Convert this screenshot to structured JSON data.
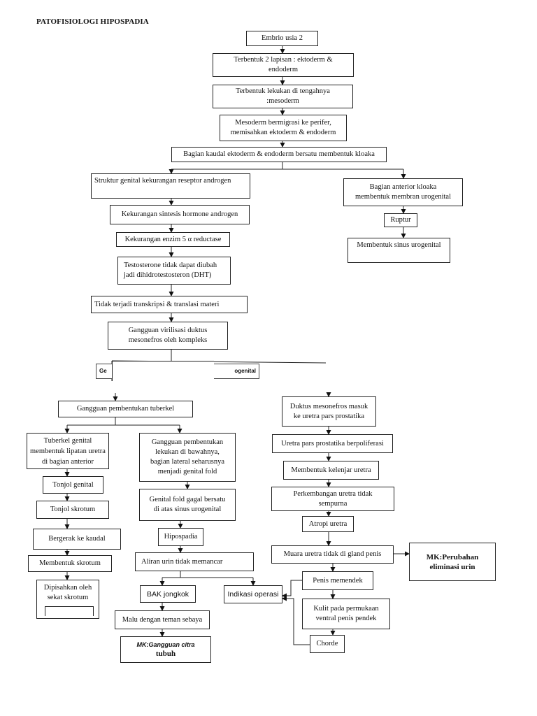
{
  "title": "PATOFISIOLOGI HIPOSPADIA",
  "nodes": {
    "embrio": "Embrio usia 2",
    "lapisan": "Terbentuk 2 lapisan : ektoderm &\nendoderm",
    "lekukan": "Terbentuk lekukan di tengahnya\n:mesoderm",
    "mesoderm": "Mesoderm bermigrasi ke perifer,\nmemisahkan ektoderm & endoderm",
    "kloaka": "Bagian kaudal ektoderm & endoderm bersatu membentuk kloaka",
    "struktur": "Struktur genital kekurangan reseptor androgen",
    "anterior": "Bagian anterior kloaka\nmembentuk membran urogenital",
    "ruptur": "Ruptur",
    "sinus": "Membentuk sinus urogenital",
    "sintesis": "Kekurangan sintesis hormone androgen",
    "enzim": "Kekurangan enzim 5 α reductase",
    "testo": "Testosterone tidak dapat diubah\njadi dihidrotestosteron (DHT)",
    "transkripsi": "Tidak terjadi transkripsi & translasi materi",
    "virilisasi": "Gangguan virilisasi duktus\nmesonefros oleh kompleks",
    "cut_left": "Ge",
    "cut_right": "ogenital",
    "tuberkel": "Gangguan pembentukan tuberkel",
    "duktus": "Duktus mesonefros masuk\nke uretra pars prostatika",
    "lipatan": "Tuberkel genital\nmembentuk lipatan uretra\ndi bagian anterior",
    "lekukan_bawah": "Gangguan pembentukan\nlekukan di bawahnya,\nbagian lateral seharusnya\nmenjadi genital fold",
    "prolif": "Uretra pars prostatika berpoliferasi",
    "tonjol_genital": "Tonjol genital",
    "fold": "Genital fold gagal bersatu\ndi atas sinus urogenital",
    "kelenjar": "Membentuk kelenjar uretra",
    "tonjol_skrotum": "Tonjol skrotum",
    "perkembangan": "Perkembangan uretra tidak\nsempurna",
    "atropi": "Atropi uretra",
    "kaudal": "Bergerak ke kaudal",
    "hipospadia": "Hipospadia",
    "muara": "Muara uretra tidak di gland penis",
    "mk_eliminasi": "MK:Perubahan\neliminasi urin",
    "skrotum": "Membentuk skrotum",
    "aliran": "Aliran urin tidak memancar",
    "memendek": "Penis memendek",
    "dipisahkan": "Dipisahkan oleh\nsekat skrotum",
    "bak": "BAK jongkok",
    "operasi": "Indikasi operasi",
    "kulit": "Kulit pada permukaan\nventral penis pendek",
    "malu": "Malu dengan teman sebaya",
    "chorde": "Chorde",
    "mk_citra_a": "MK:Gangguan citra",
    "mk_citra_b": "tubuh"
  }
}
